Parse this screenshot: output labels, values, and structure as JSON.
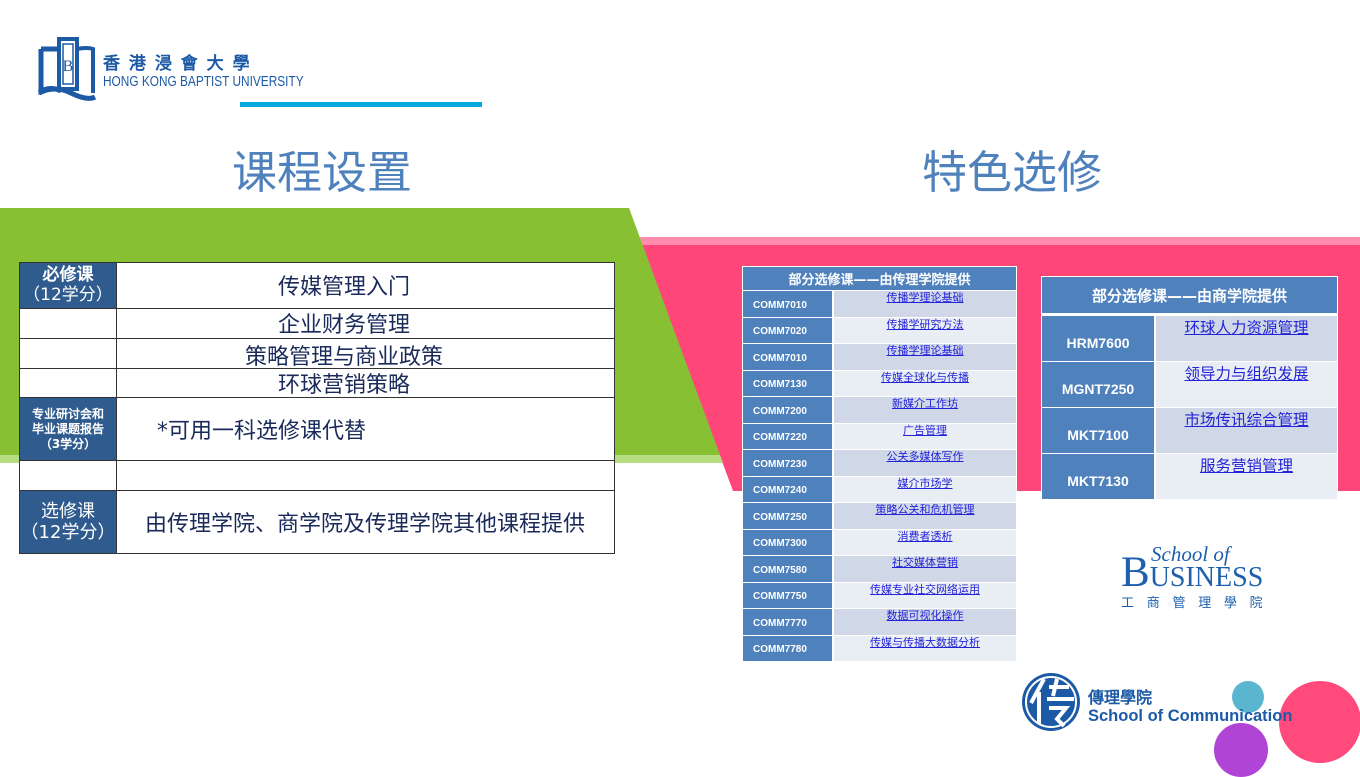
{
  "header": {
    "logo_name_zh": "香 港 浸 會 大 學",
    "logo_name_en": "HONG KONG BAPTIST UNIVERSITY",
    "logo_icon": "open-book-b-icon"
  },
  "titles": {
    "curriculum": "课程设置",
    "electives": "特色选修"
  },
  "curriculum_table": {
    "rows": [
      {
        "category_lines": [
          "必修课",
          "（12学分）"
        ],
        "course": "传媒管理入门"
      },
      {
        "category_lines": [],
        "course": "企业财务管理"
      },
      {
        "category_lines": [],
        "course": "策略管理与商业政策"
      },
      {
        "category_lines": [],
        "course": "环球营销策略"
      },
      {
        "category_lines": [
          "专业研讨会和",
          "毕业课题报告",
          "（3学分）"
        ],
        "course": "*可用一科选修课代替"
      },
      {
        "category_lines": [],
        "course": ""
      },
      {
        "category_lines": [
          "选修课",
          "（12学分）"
        ],
        "course": "由传理学院、商学院及传理学院其他课程提供"
      }
    ]
  },
  "comm_electives": {
    "header": "部分选修课——由传理学院提供",
    "rows": [
      {
        "code": "COMM7010",
        "name": "传播学理论基础"
      },
      {
        "code": "COMM7020",
        "name": "传播学研究方法"
      },
      {
        "code": "COMM7010",
        "name": "传播学理论基础"
      },
      {
        "code": "COMM7130",
        "name": "传媒全球化与传播"
      },
      {
        "code": "COMM7200",
        "name": "新媒介工作坊"
      },
      {
        "code": "COMM7220",
        "name": "广告管理"
      },
      {
        "code": "COMM7230",
        "name": "公关多媒体写作"
      },
      {
        "code": "COMM7240",
        "name": "媒介市场学"
      },
      {
        "code": "COMM7250",
        "name": "策略公关和危机管理"
      },
      {
        "code": "COMM7300",
        "name": "消费者透析"
      },
      {
        "code": "COMM7580",
        "name": "社交媒体营销"
      },
      {
        "code": "COMM7750",
        "name": "传媒专业社交网络运用"
      },
      {
        "code": "COMM7770",
        "name": "数据可视化操作"
      },
      {
        "code": "COMM7780",
        "name": "传媒与传播大数据分析"
      }
    ]
  },
  "business_electives": {
    "header": "部分选修课——由商学院提供",
    "rows": [
      {
        "code": "HRM7600",
        "name": "环球人力资源管理"
      },
      {
        "code": "MGNT7250",
        "name": "领导力与组织发展"
      },
      {
        "code": "MKT7100",
        "name": "市场传讯综合管理"
      },
      {
        "code": "MKT7130",
        "name": "服务营销管理"
      }
    ]
  },
  "logos": {
    "business": {
      "school_of": "School of",
      "initial": "B",
      "rest": "USINESS",
      "name_zh": "工 商 管 理 學 院"
    },
    "communication": {
      "name_zh": "傳理學院",
      "name_en": "School of Communication",
      "icon": "comm-emblem-icon"
    }
  },
  "colors": {
    "accent_blue": "#4f81bd",
    "navy_cell": "#2f5b8e",
    "green_band": "#87c133",
    "pink_band": "#ff4679",
    "title_bar": "#00a9e0",
    "circle_teal": "#5ab5cf",
    "circle_purple": "#b044d6",
    "circle_pink": "#ff4a7b"
  }
}
